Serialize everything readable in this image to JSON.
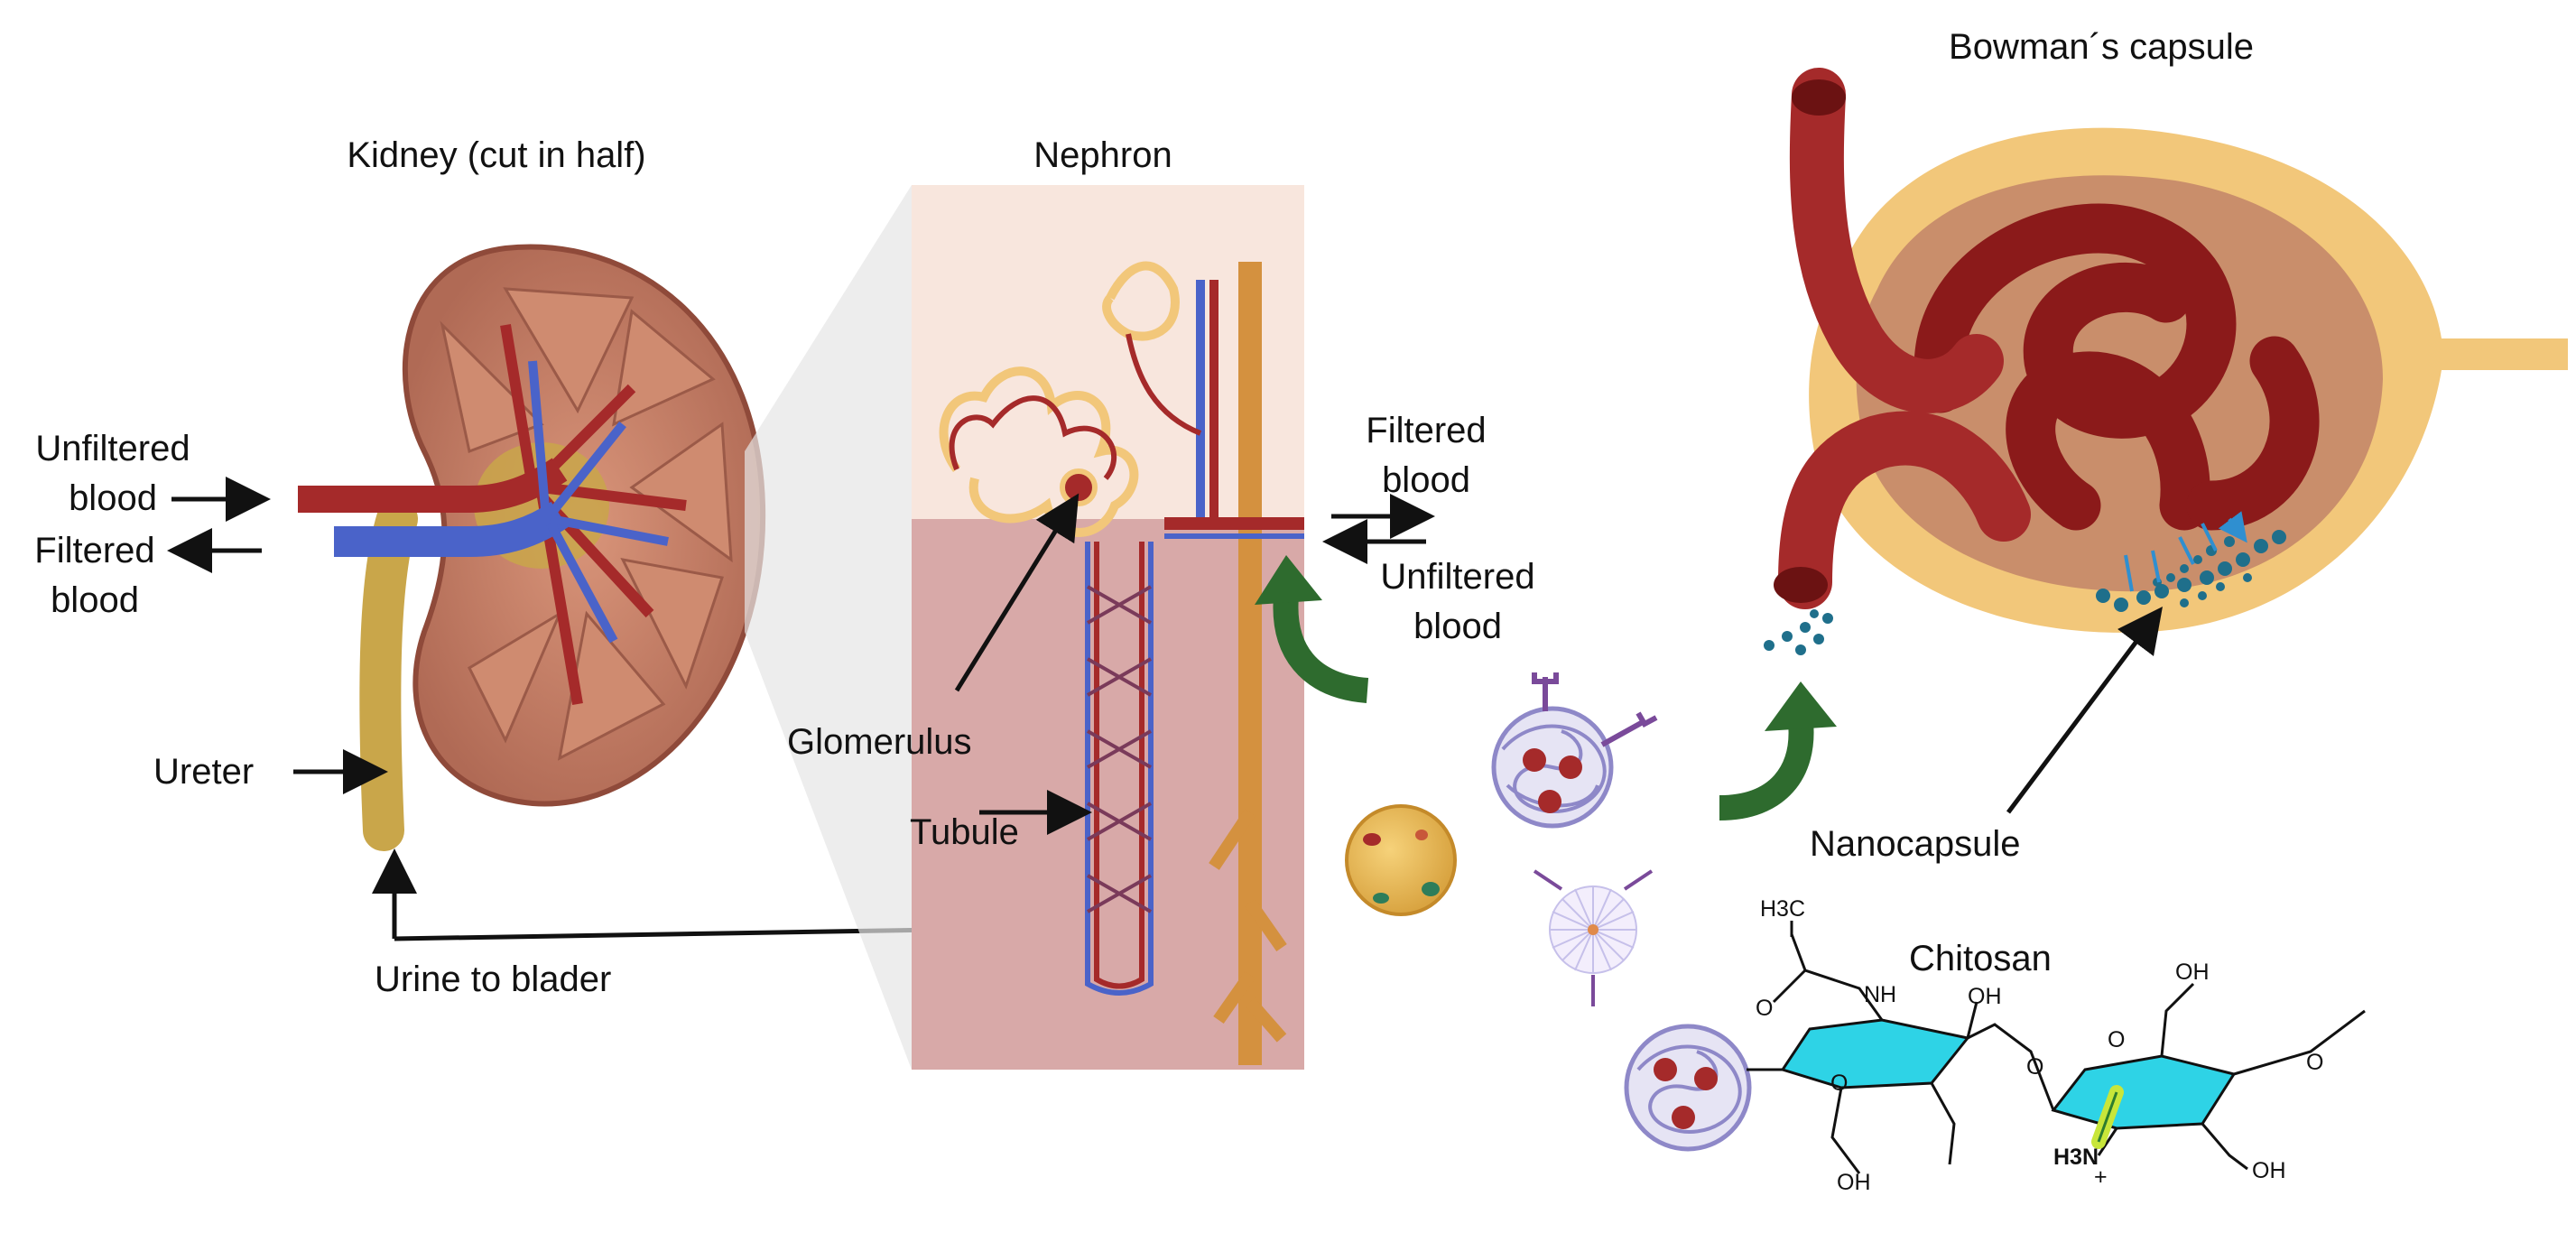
{
  "titles": {
    "kidney": "Kidney (cut in half)",
    "nephron": "Nephron",
    "bowman": "Bowman´s capsule",
    "chitosan": "Chitosan"
  },
  "labels": {
    "unfiltered_blood_left_1": "Unfiltered",
    "unfiltered_blood_left_2": "blood",
    "filtered_blood_left_1": "Filtered",
    "filtered_blood_left_2": "blood",
    "ureter": "Ureter",
    "urine": "Urine to blader",
    "glomerulus": "Glomerulus",
    "tubule": "Tubule",
    "filtered_blood_right_1": "Filtered",
    "filtered_blood_right_2": "blood",
    "unfiltered_blood_right_1": "Unfiltered",
    "unfiltered_blood_right_2": "blood",
    "nanocapsule": "Nanocapsule"
  },
  "chem_labels": {
    "ch3": "H3C",
    "nh": "NH",
    "oh_1": "OH",
    "oh_2": "OH",
    "oh_3": "OH",
    "oh_4": "OH",
    "o_ring_1": "O",
    "o_ring_2": "O",
    "o_link": "O",
    "o_end": "O",
    "o_carbonyl": "O",
    "h3n": "H3N",
    "plus": "+"
  },
  "colors": {
    "artery": "#a52a2a",
    "vein": "#4a63c9",
    "ureter": "#c9a64a",
    "kidney_tissue": "#c8816a",
    "capsule_outer": "#f2c77a",
    "capsule_inner": "#c98e6b",
    "arrow_green": "#2e6b2e",
    "nanoparticle": "#1f6f8b",
    "glucosamine": "#2ed3e6"
  }
}
